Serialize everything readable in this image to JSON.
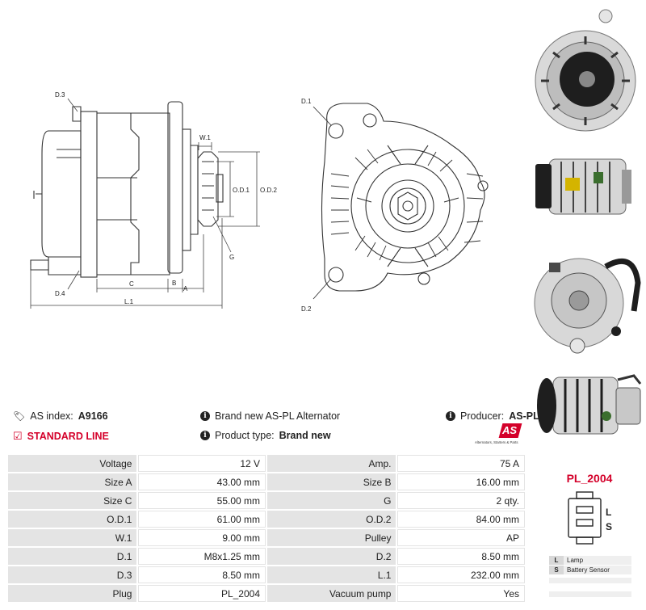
{
  "drawing": {
    "labels": {
      "d3": "D.3",
      "d4": "D.4",
      "w1": "W.1",
      "od1": "O.D.1",
      "od2": "O.D.2",
      "g": "G",
      "c": "C",
      "b": "B",
      "a": "A",
      "l1": "L.1",
      "d1": "D.1",
      "d2": "D.2"
    }
  },
  "header": {
    "as_index_label": "AS index:",
    "as_index_value": "A9166",
    "standard_line": "STANDARD LINE",
    "description": "Brand new AS-PL Alternator",
    "product_type_label": "Product type:",
    "product_type_value": "Brand new",
    "producer_label": "Producer:",
    "producer_value": "AS-PL",
    "logo_text": "AS",
    "logo_tagline": "Alternators, Starters & Parts"
  },
  "specs": [
    {
      "label1": "Voltage",
      "value1": "12 V",
      "label2": "Amp.",
      "value2": "75 A"
    },
    {
      "label1": "Size A",
      "value1": "43.00 mm",
      "label2": "Size B",
      "value2": "16.00 mm"
    },
    {
      "label1": "Size C",
      "value1": "55.00 mm",
      "label2": "G",
      "value2": "2 qty."
    },
    {
      "label1": "O.D.1",
      "value1": "61.00 mm",
      "label2": "O.D.2",
      "value2": "84.00 mm"
    },
    {
      "label1": "W.1",
      "value1": "9.00 mm",
      "label2": "Pulley",
      "value2": "AP"
    },
    {
      "label1": "D.1",
      "value1": "M8x1.25 mm",
      "label2": "D.2",
      "value2": "8.50 mm"
    },
    {
      "label1": "D.3",
      "value1": "8.50 mm",
      "label2": "L.1",
      "value2": "232.00 mm"
    },
    {
      "label1": "Plug",
      "value1": "PL_2004",
      "label2": "Vacuum pump",
      "value2": "Yes"
    }
  ],
  "plug": {
    "code": "PL_2004",
    "pins": [
      "L",
      "S"
    ],
    "legend": [
      {
        "key": "L",
        "desc": "Lamp"
      },
      {
        "key": "S",
        "desc": "Battery Sensor"
      }
    ]
  },
  "colors": {
    "accent": "#d4002a",
    "label_bg": "#e4e4e4"
  }
}
